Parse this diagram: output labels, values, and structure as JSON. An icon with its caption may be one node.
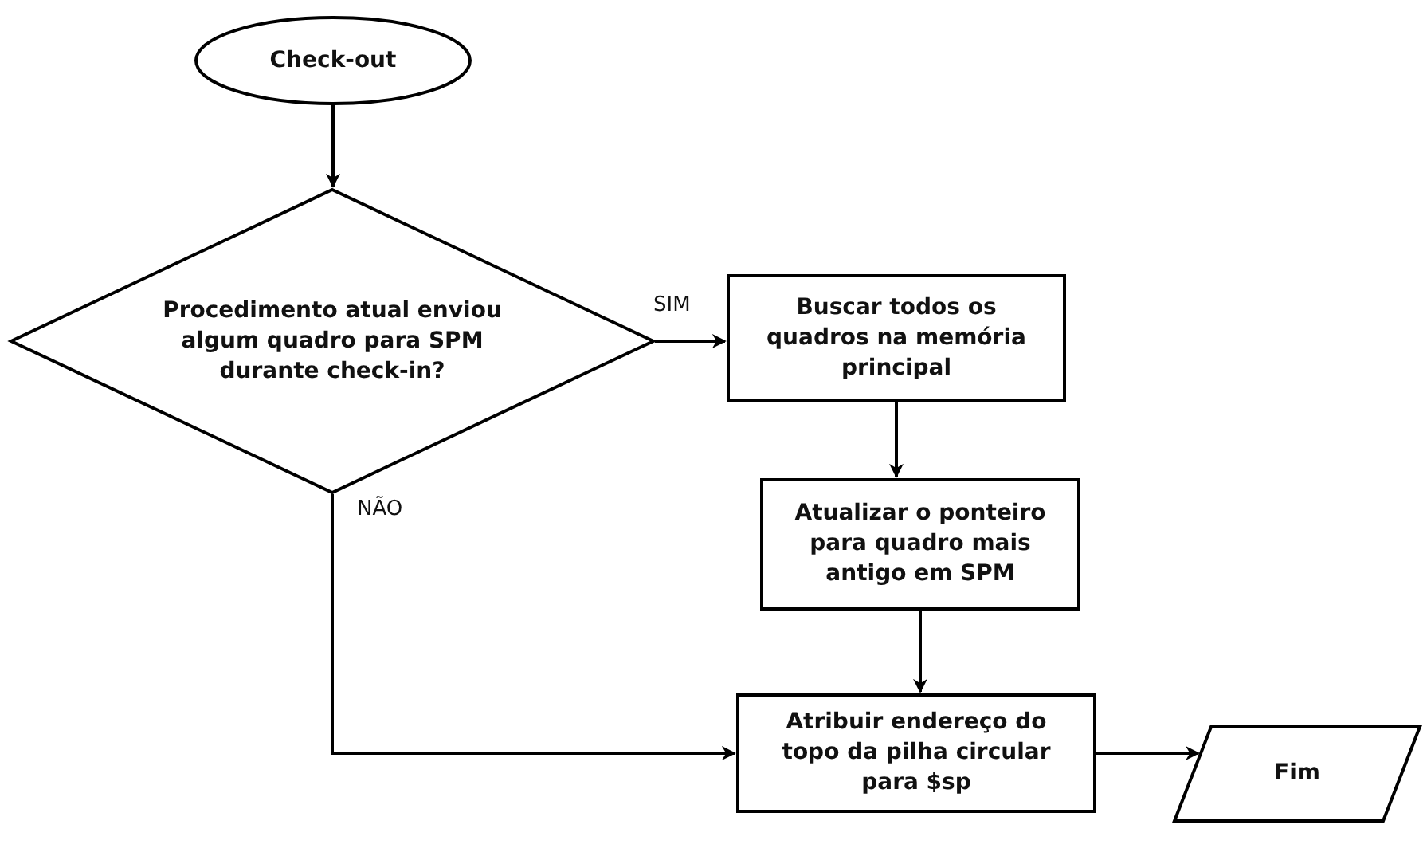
{
  "diagram": {
    "nodes": [
      {
        "text": [
          "Check-out"
        ]
      },
      {
        "text": [
          "Procedimento atual enviou algum quadro para SPM durante check-in?"
        ]
      },
      {
        "text": [
          "Buscar todos os quadros na memória principal"
        ]
      },
      {
        "text": [
          "Atualizar o ponteiro para quadro mais antigo em SPM"
        ]
      },
      {
        "text": [
          "Atribuir endereço do topo da pilha circular para $sp"
        ]
      },
      {
        "text": [
          "Fim"
        ]
      }
    ],
    "edges": [
      {
        "from": 0,
        "to": 1,
        "arrow": "to"
      },
      {
        "from": 1,
        "to": 2,
        "arrow": "to",
        "label": "SIM"
      },
      {
        "from": 2,
        "to": 3,
        "arrow": "to"
      },
      {
        "from": 3,
        "to": 4,
        "arrow": "to"
      },
      {
        "from": 1,
        "to": 4,
        "arrow": "to",
        "label": "NÃO"
      },
      {
        "from": 4,
        "to": 5,
        "arrow": "to"
      }
    ]
  }
}
